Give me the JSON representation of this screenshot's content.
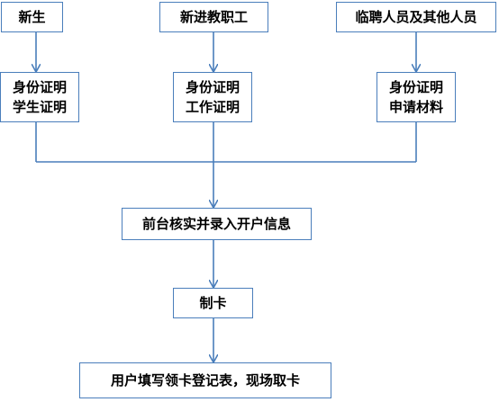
{
  "flow": {
    "applicants": {
      "student": "新生",
      "staff": "新进教职工",
      "temp": "临聘人员及其他人员"
    },
    "documents": {
      "student": "身份证明\n学生证明",
      "staff": "身份证明\n工作证明",
      "temp": "身份证明\n申请材料"
    },
    "steps": {
      "verify": "前台核实并录入开户信息",
      "make_card": "制卡",
      "collect": "用户填写领卡登记表，现场取卡"
    }
  },
  "colors": {
    "connector": "#4a7ebb",
    "box_border": "#4a7ebb"
  }
}
